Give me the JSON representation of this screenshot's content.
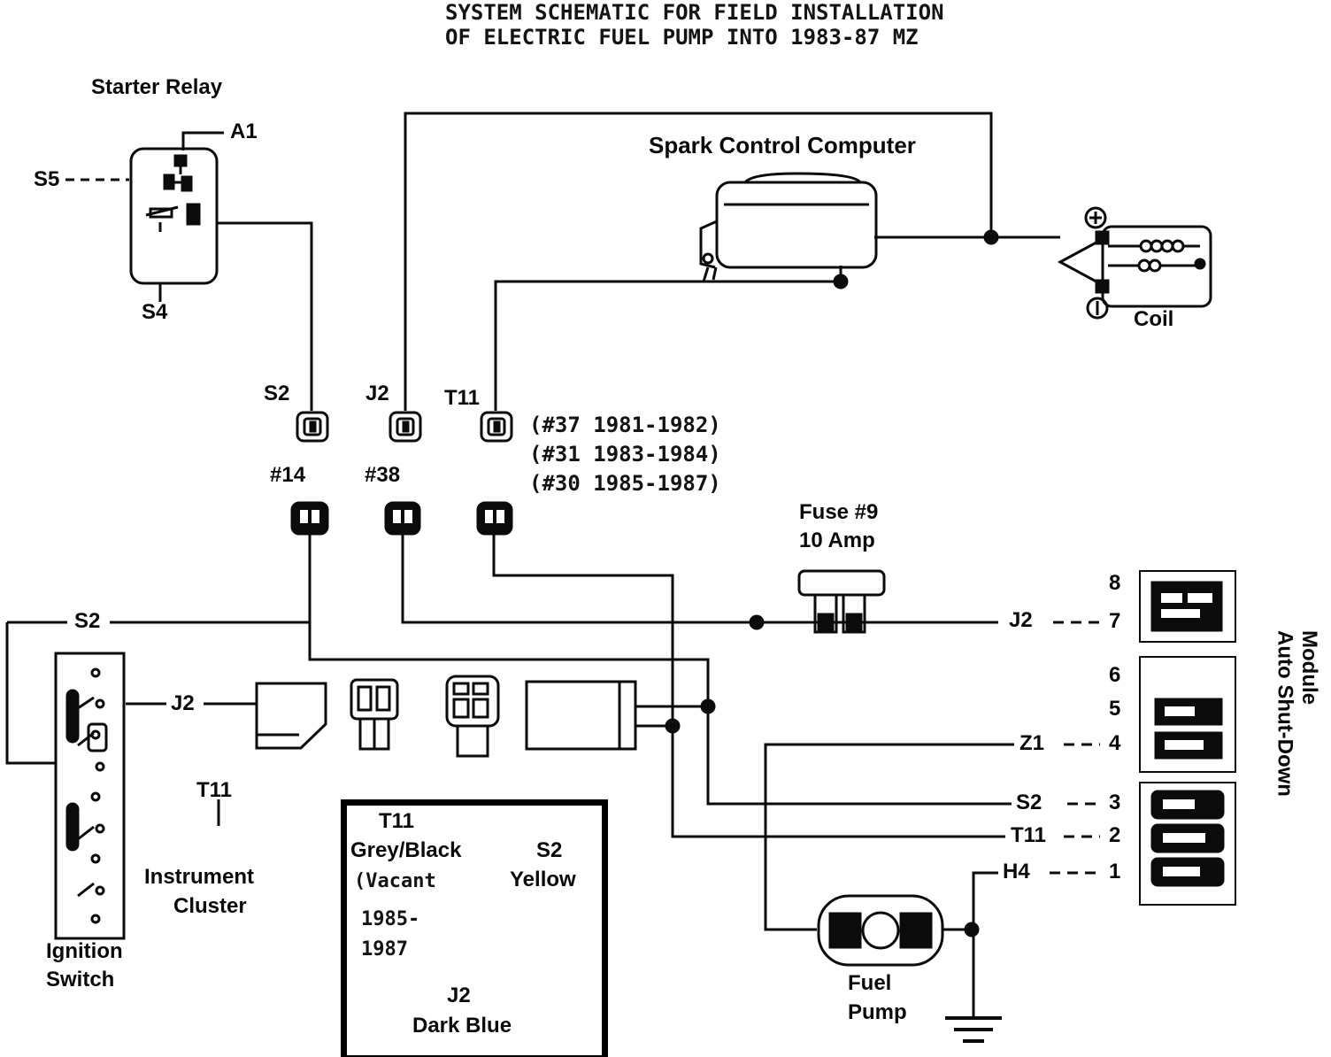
{
  "title": {
    "line1": "SYSTEM SCHEMATIC FOR FIELD INSTALLATION",
    "line2": "OF ELECTRIC FUEL PUMP INTO 1983-87 MZ"
  },
  "starter_relay": {
    "label": "Starter Relay",
    "a1": "A1",
    "s5": "S5",
    "s4": "S4"
  },
  "spark_computer": {
    "label": "Spark Control Computer"
  },
  "coil": {
    "label": "Coil"
  },
  "top_connectors": {
    "s2": "S2",
    "j2": "J2",
    "t11": "T11",
    "c14": "#14",
    "c38": "#38"
  },
  "notes": [
    "(#37 1981-1982)",
    "(#31 1983-1984)",
    "(#30 1985-1987)"
  ],
  "fuse": {
    "line1": "Fuse #9",
    "line2": "10 Amp"
  },
  "left": {
    "s2": "S2",
    "j2": "J2",
    "t11": "T11",
    "instrument_cluster": [
      "Instrument",
      "Cluster"
    ],
    "ignition_switch": [
      "Ignition",
      "Switch"
    ]
  },
  "right": {
    "j2": "J2",
    "z1": "Z1",
    "s2": "S2",
    "t11": "T11",
    "h4": "H4",
    "pins": [
      "8",
      "7",
      "6",
      "5",
      "4",
      "3",
      "2",
      "1"
    ],
    "module": "Auto Shut-Down\nModule"
  },
  "inset": {
    "t11": "T11",
    "wire_t11": "Grey/Black",
    "vacant": "(Vacant",
    "s2": "S2",
    "wire_s2": "Yellow",
    "years1": "1985-",
    "years2": "1987",
    "j2": "J2",
    "wire_j2": "Dark Blue"
  },
  "fuel_pump": [
    "Fuel",
    "Pump"
  ],
  "icons": {
    "coil_positive_terminal": "circled-plus",
    "coil_negative_terminal": "circled-bar",
    "ground": "earth-ground-symbol",
    "junction": "filled-dot"
  },
  "colors": {
    "ink": "#0b0b0b",
    "paper": "#ffffff"
  }
}
